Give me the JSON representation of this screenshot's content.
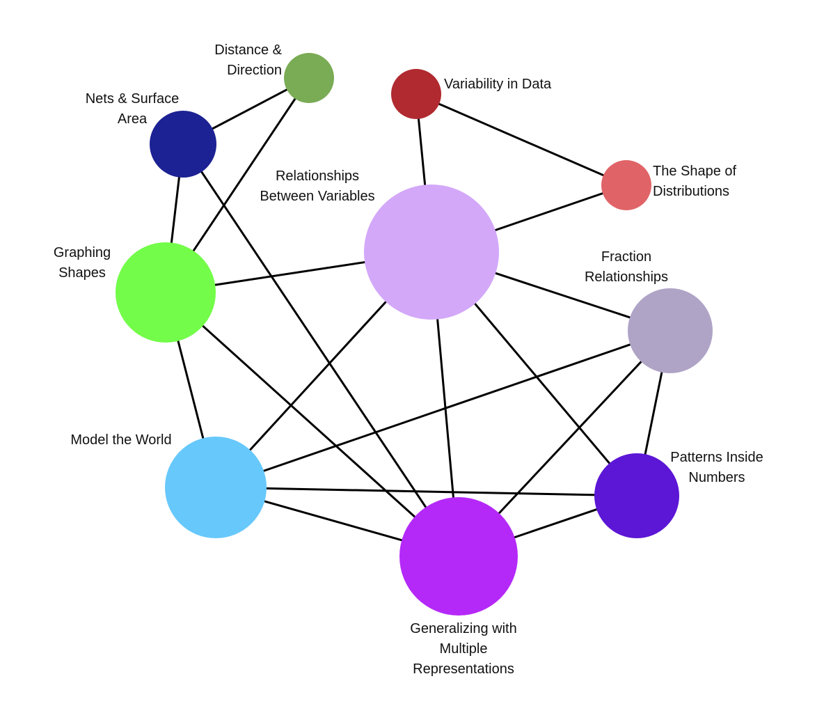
{
  "nodes": [
    {
      "id": "distance",
      "label_lines": [
        "Distance &",
        "Direction"
      ],
      "color": "#7aab55"
    },
    {
      "id": "nets",
      "label_lines": [
        "Nets & Surface",
        "Area"
      ],
      "color": "#1c2193"
    },
    {
      "id": "variability",
      "label_lines": [
        "Variability in Data"
      ],
      "color": "#b02a30"
    },
    {
      "id": "shape",
      "label_lines": [
        "The Shape of",
        "Distributions"
      ],
      "color": "#e06467"
    },
    {
      "id": "relationships",
      "label_lines": [
        "Relationships",
        "Between Variables"
      ],
      "color": "#d3a8f9"
    },
    {
      "id": "graphing",
      "label_lines": [
        "Graphing",
        "Shapes"
      ],
      "color": "#73fc49"
    },
    {
      "id": "fraction",
      "label_lines": [
        "Fraction",
        "Relationships"
      ],
      "color": "#afa4c6"
    },
    {
      "id": "model",
      "label_lines": [
        "Model the World"
      ],
      "color": "#67c8fb"
    },
    {
      "id": "patterns",
      "label_lines": [
        "Patterns Inside",
        "Numbers"
      ],
      "color": "#5c16d5"
    },
    {
      "id": "generalizing",
      "label_lines": [
        "Generalizing with",
        "Multiple",
        "Representations"
      ],
      "color": "#b429f8"
    }
  ],
  "edges": [
    [
      "distance",
      "nets"
    ],
    [
      "distance",
      "graphing"
    ],
    [
      "nets",
      "graphing"
    ],
    [
      "nets",
      "generalizing"
    ],
    [
      "variability",
      "relationships"
    ],
    [
      "variability",
      "shape"
    ],
    [
      "shape",
      "relationships"
    ],
    [
      "relationships",
      "graphing"
    ],
    [
      "relationships",
      "fraction"
    ],
    [
      "relationships",
      "model"
    ],
    [
      "relationships",
      "generalizing"
    ],
    [
      "relationships",
      "patterns"
    ],
    [
      "graphing",
      "model"
    ],
    [
      "graphing",
      "generalizing"
    ],
    [
      "fraction",
      "model"
    ],
    [
      "fraction",
      "generalizing"
    ],
    [
      "fraction",
      "patterns"
    ],
    [
      "model",
      "patterns"
    ],
    [
      "model",
      "generalizing"
    ],
    [
      "patterns",
      "generalizing"
    ]
  ]
}
